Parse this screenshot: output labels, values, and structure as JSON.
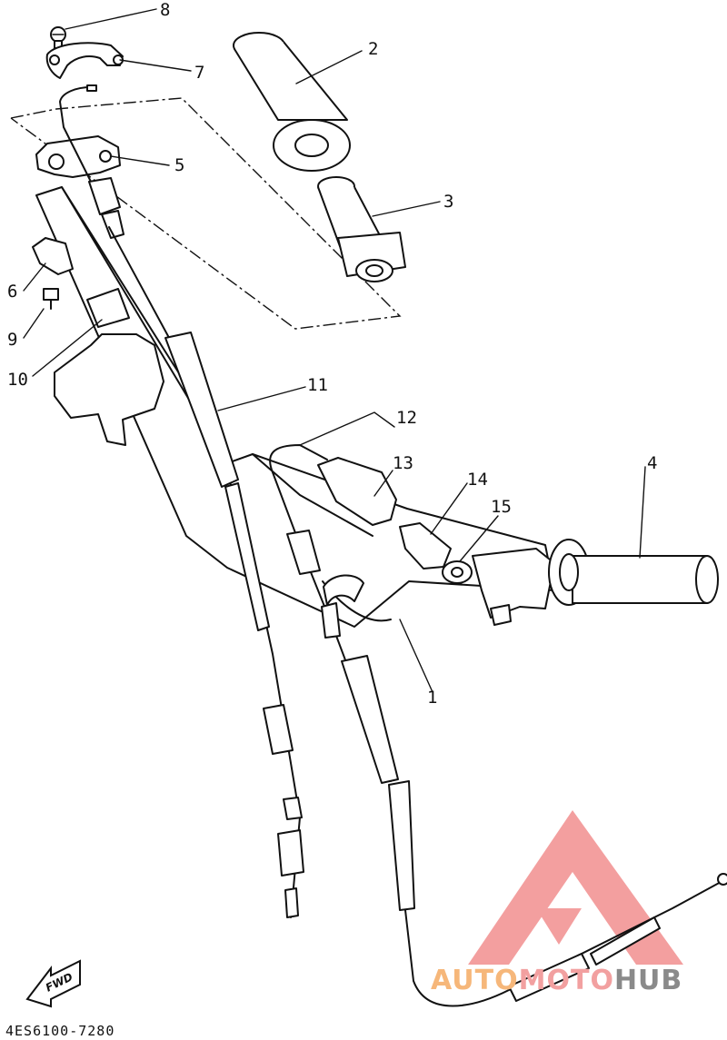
{
  "diagram_code": "4ES6100-7280",
  "fwd_label": "FWD",
  "watermark": {
    "part1": "AUTO",
    "part2": "MOTO",
    "part3": "HUB"
  },
  "callouts": [
    "1",
    "2",
    "3",
    "4",
    "5",
    "6",
    "7",
    "8",
    "9",
    "10",
    "11",
    "12",
    "13",
    "14",
    "15"
  ],
  "colors": {
    "line": "#111111",
    "logo_red": "#f08080",
    "logo_orange": "#f6b77a",
    "logo_gray": "#8a8a8a"
  }
}
